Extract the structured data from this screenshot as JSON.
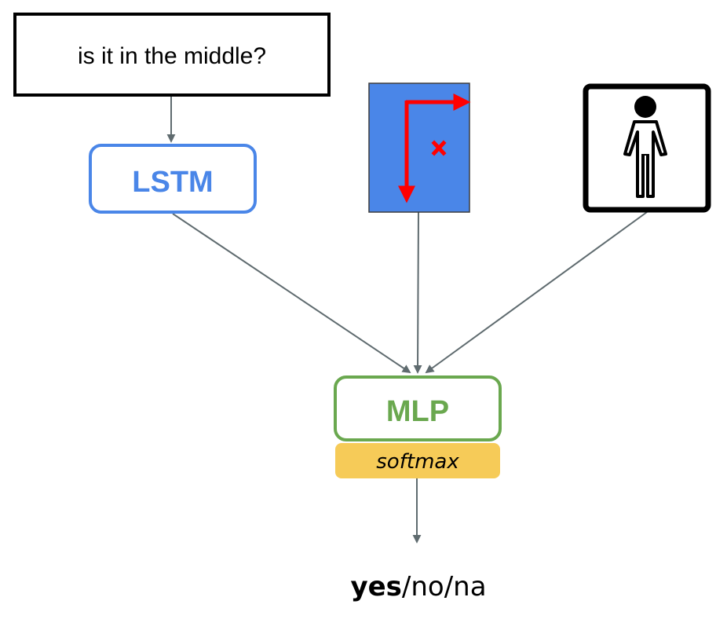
{
  "question": {
    "text": "is it in the middle?"
  },
  "encoder": {
    "label": "LSTM",
    "color": "#4a86e8"
  },
  "spatial_input": {
    "fill_color": "#4a86e8",
    "arrow_color": "#ff0000",
    "marker_icon": "x-mark-icon"
  },
  "image_input": {
    "icon": "stick-figure-icon"
  },
  "classifier": {
    "label": "MLP",
    "color": "#6aa84f"
  },
  "activation": {
    "label": "softmax",
    "color": "#f6cb58"
  },
  "output": {
    "answer_bold": "yes",
    "answer_rest": "/no/na"
  },
  "connector_color": "#5f6b6f"
}
